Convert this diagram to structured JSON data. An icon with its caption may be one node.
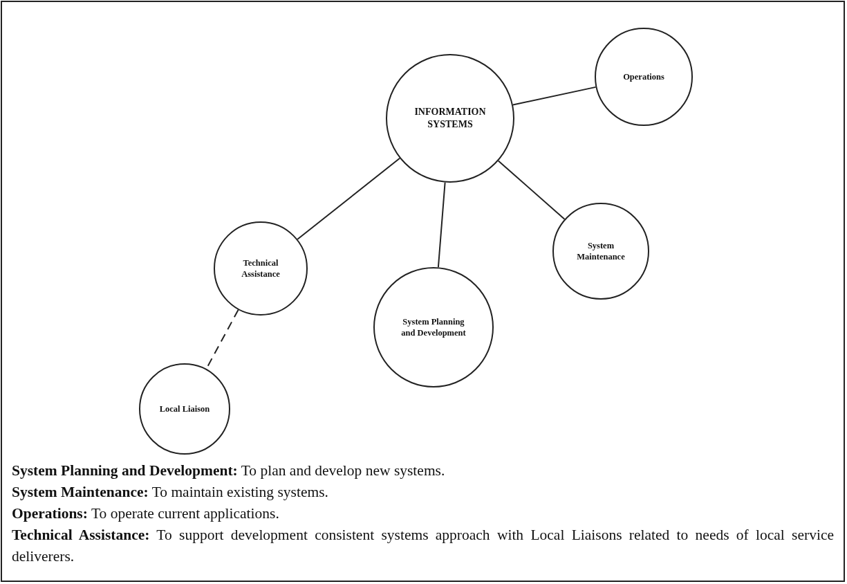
{
  "diagram": {
    "nodes": [
      {
        "text": [
          "INFORMATION SYSTEMS"
        ]
      },
      {
        "text": [
          "Operations"
        ]
      },
      {
        "text": [
          "Technical Assistance"
        ]
      },
      {
        "text": [
          "System Maintenance"
        ]
      },
      {
        "text": [
          "System Planning and Development"
        ]
      },
      {
        "text": [
          "Local Liaison"
        ]
      }
    ],
    "edges": [
      {
        "from": 0,
        "to": 1,
        "arrow": "none"
      },
      {
        "from": 0,
        "to": 2,
        "arrow": "none"
      },
      {
        "from": 0,
        "to": 4,
        "arrow": "none"
      },
      {
        "from": 0,
        "to": 3,
        "arrow": "none"
      },
      {
        "from": 2,
        "to": 5,
        "arrow": "none",
        "style": "dashed"
      }
    ],
    "labels": [
      "**System Planning and Development:** To plan and develop new systems.",
      "**System Maintenance:** To maintain existing systems.",
      "**Operations:** To operate current applications.",
      "**Technical Assistance:** To support development consistent systems approach with Local Liaisons related to needs of local service deliverers."
    ]
  }
}
